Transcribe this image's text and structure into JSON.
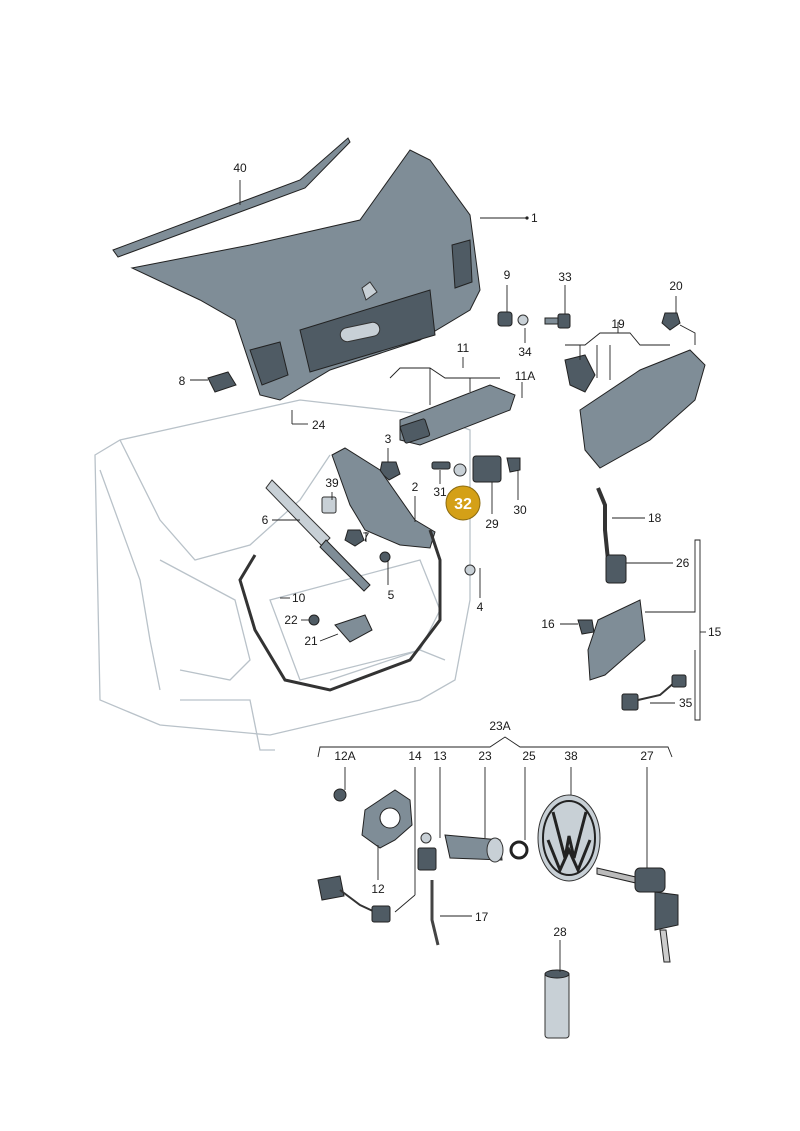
{
  "parts": {
    "p1": "1",
    "p2": "2",
    "p3": "3",
    "p4": "4",
    "p5": "5",
    "p6": "6",
    "p7": "7",
    "p8": "8",
    "p9": "9",
    "p10": "10",
    "p11": "11",
    "p11a": "11A",
    "p12": "12",
    "p12a": "12A",
    "p13": "13",
    "p14": "14",
    "p15": "15",
    "p16": "16",
    "p17": "17",
    "p18": "18",
    "p19": "19",
    "p20": "20",
    "p21": "21",
    "p22": "22",
    "p23": "23",
    "p23a": "23A",
    "p24": "24",
    "p25": "25",
    "p26": "26",
    "p27": "27",
    "p28": "28",
    "p29": "29",
    "p30": "30",
    "p31": "31",
    "p33": "33",
    "p34": "34",
    "p35": "35",
    "p38": "38",
    "p39": "39",
    "p40": "40"
  },
  "highlight": {
    "label": "32",
    "color": "#d4a017"
  },
  "colors": {
    "part_fill": "#7f8d97",
    "part_dark": "#4f5b64",
    "body_outline": "#b9c2c9"
  }
}
